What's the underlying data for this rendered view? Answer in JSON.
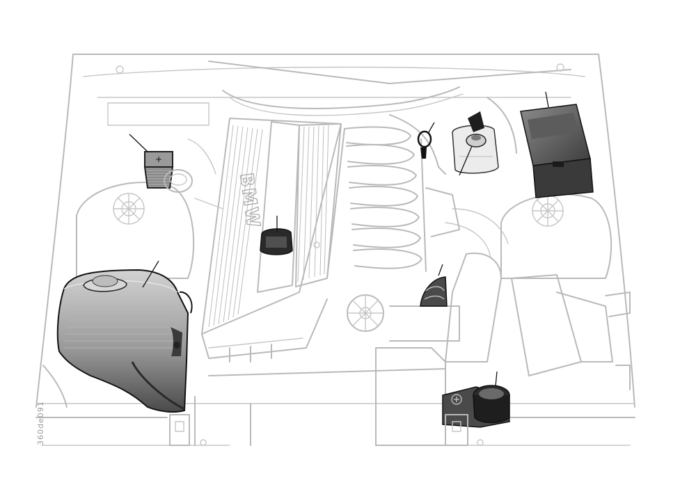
{
  "figure": {
    "engine_brand": "BMW",
    "code": "360de091"
  },
  "components": [
    {
      "key": "relay-box"
    },
    {
      "key": "engine-oil-filler-cap"
    },
    {
      "key": "windshield-washer-reservoir"
    },
    {
      "key": "power-steering-reservoir"
    },
    {
      "key": "engine-oil-dipstick"
    },
    {
      "key": "coolant-expansion-tank"
    },
    {
      "key": "battery"
    },
    {
      "key": "brake-fluid-reservoir"
    }
  ],
  "colors": {
    "line": "#b9b9b9",
    "highlight_dark": "#1e1e1e",
    "highlight_mid": "#6a6a6a",
    "highlight_light": "#bdbdbd",
    "background": "#ffffff"
  }
}
